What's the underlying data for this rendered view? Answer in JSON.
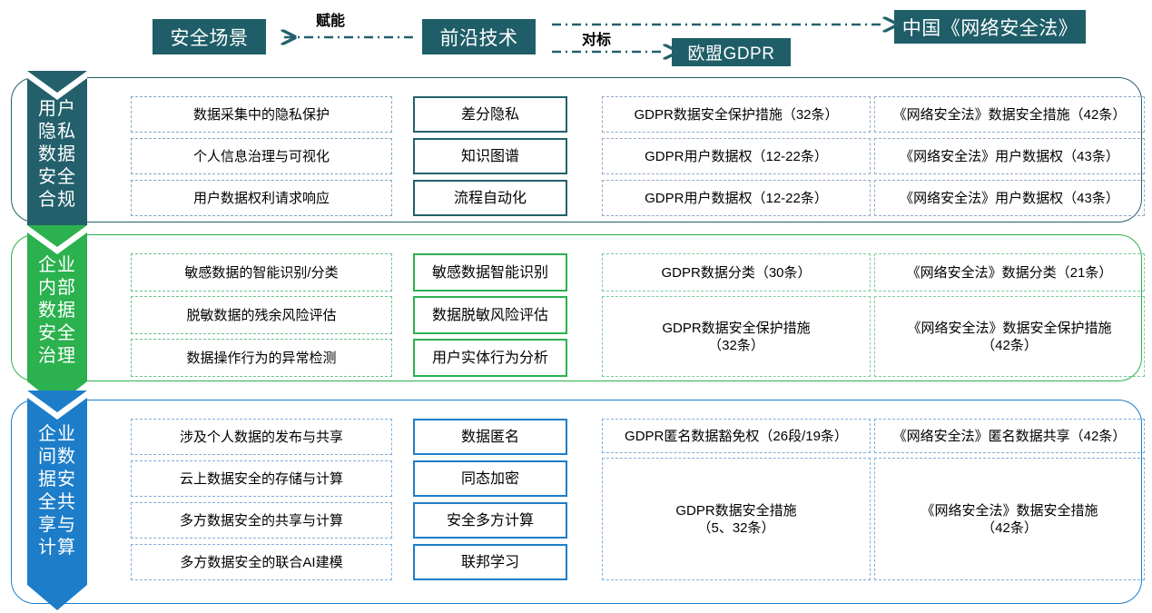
{
  "header": {
    "scene_label": "安全场景",
    "tech_label": "前沿技术",
    "gdpr_label": "欧盟GDPR",
    "china_label": "中国《网络安全法》",
    "arrow_enable_label": "赋能",
    "arrow_benchmark_label": "对标",
    "colors": {
      "teal": "#1F5E68",
      "green": "#2BB14E",
      "blue": "#1E7DC8"
    }
  },
  "rows": [
    {
      "key": "user-privacy",
      "band_label": "用户\n隐私\n数据\n安全\n合规",
      "accent": "#23606B",
      "scenarios": [
        "数据采集中的隐私保护",
        "个人信息治理与可视化",
        "用户数据权利请求响应"
      ],
      "technologies": [
        "差分隐私",
        "知识图谱",
        "流程自动化"
      ],
      "gdpr": [
        "GDPR数据安全保护措施（32条）",
        "GDPR用户数据权（12-22条）",
        "GDPR用户数据权（12-22条）"
      ],
      "china": [
        "《网络安全法》数据安全措施（42条）",
        "《网络安全法》用户数据权（43条）",
        "《网络安全法》用户数据权（43条）"
      ]
    },
    {
      "key": "internal-governance",
      "band_label": "企业\n内部\n数据\n安全\n治理",
      "accent": "#2BB14E",
      "scenarios": [
        "敏感数据的智能识别/分类",
        "脱敏数据的残余风险评估",
        "数据操作行为的异常检测"
      ],
      "technologies": [
        "敏感数据智能识别",
        "数据脱敏风险评估",
        "用户实体行为分析"
      ],
      "gdpr": [
        "GDPR数据分类（30条）",
        "GDPR数据安全保护措施\n（32条）"
      ],
      "china": [
        "《网络安全法》数据分类（21条）",
        "《网络安全法》数据安全保护措施\n（42条）"
      ]
    },
    {
      "key": "inter-enterprise-sharing",
      "band_label": "企业\n间数\n据安\n全共\n享与\n计算",
      "accent": "#1E7DC8",
      "scenarios": [
        "涉及个人数据的发布与共享",
        "云上数据安全的存储与计算",
        "多方数据安全的共享与计算",
        "多方数据安全的联合AI建模"
      ],
      "technologies": [
        "数据匿名",
        "同态加密",
        "安全多方计算",
        "联邦学习"
      ],
      "gdpr": [
        "GDPR匿名数据豁免权（26段/19条）",
        "GDPR数据安全措施\n（5、32条）"
      ],
      "china": [
        "《网络安全法》匿名数据共享（42条）",
        "《网络安全法》数据安全措施\n（42条）"
      ]
    }
  ]
}
